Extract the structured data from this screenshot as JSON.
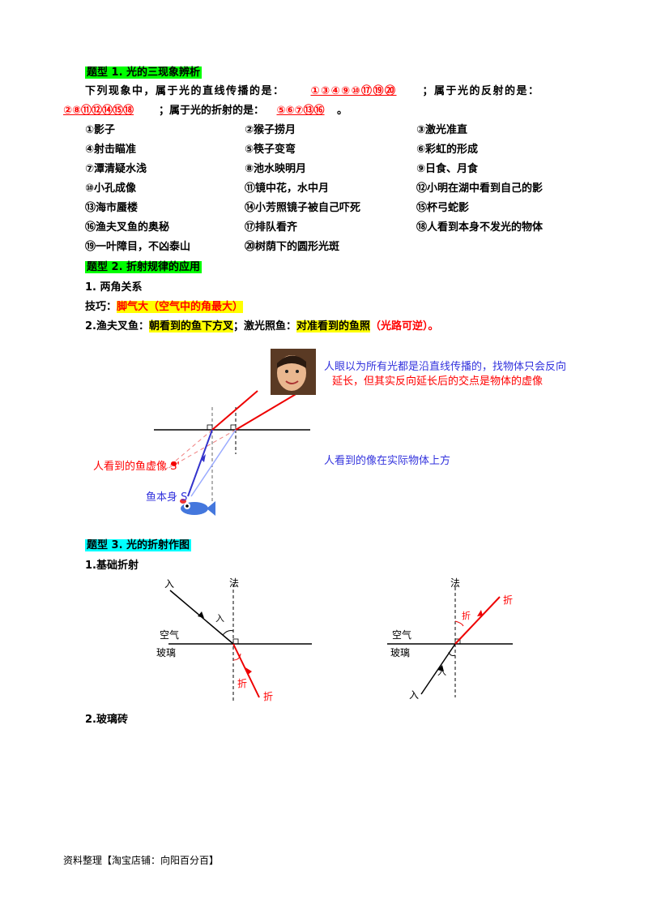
{
  "section1": {
    "title": "题型 1. 光的三现象辨析",
    "q_prefix": "下列现象中，属于光的直线传播的是：",
    "ans_straight": "①③④⑨⑩⑰⑲⑳",
    "q_mid": "；属于光的反射的是：",
    "ans_reflect": "②⑧⑪⑫⑭⑮⑱",
    "q_mid2": "；属于光的折射的是：",
    "ans_refract": "⑤⑥⑦⑬⑯",
    "q_end": "。",
    "items": [
      "①影子",
      "②猴子捞月",
      "③激光准直",
      "④射击瞄准",
      "⑤筷子变弯",
      "⑥彩虹的形成",
      "⑦潭清疑水浅",
      "⑧池水映明月",
      "⑨日食、月食",
      "⑩小孔成像",
      "⑪镜中花，水中月",
      "⑫小明在湖中看到自己的影",
      "⑬海市蜃楼",
      "⑭小芳照镜子被自己吓死",
      "⑮杯弓蛇影",
      "⑯渔夫叉鱼的奥秘",
      "⑰排队看齐",
      "⑱人看到本身不发光的物体",
      "⑲一叶障目，不凶泰山",
      "⑳树荫下的圆形光斑"
    ]
  },
  "section2": {
    "title": "题型 2. 折射规律的应用",
    "sub1": "1. 两角关系",
    "tip_label": "技巧：",
    "tip_text": "脚气大（空气中的角最大）",
    "sub2_prefix": "2.渔夫叉鱼：",
    "sub2_hl1": "朝看到的鱼下方叉",
    "sub2_mid": "；激光照鱼：",
    "sub2_hl2": "对准看到的鱼照",
    "sub2_red": "（光路可逆）。",
    "note_top_1": "人眼以为所有光都是沿直线传播的，找物体只会反向",
    "note_top_2": "延长，但其实反向延长后的交点是物体的虚像",
    "label_virtual": "人看到的鱼虚像 S'",
    "label_fish": "鱼本身 S",
    "note_right": "人看到的像在实际物体上方"
  },
  "section3": {
    "title": "题型 3. 光的折射作图",
    "sub1": "1.基础折射",
    "ru": "入",
    "fa": "法",
    "zhe": "折",
    "air": "空气",
    "glass": "玻璃",
    "sub2": "2.玻璃砖"
  },
  "footer": "资料整理【淘宝店铺：向阳百分百】"
}
